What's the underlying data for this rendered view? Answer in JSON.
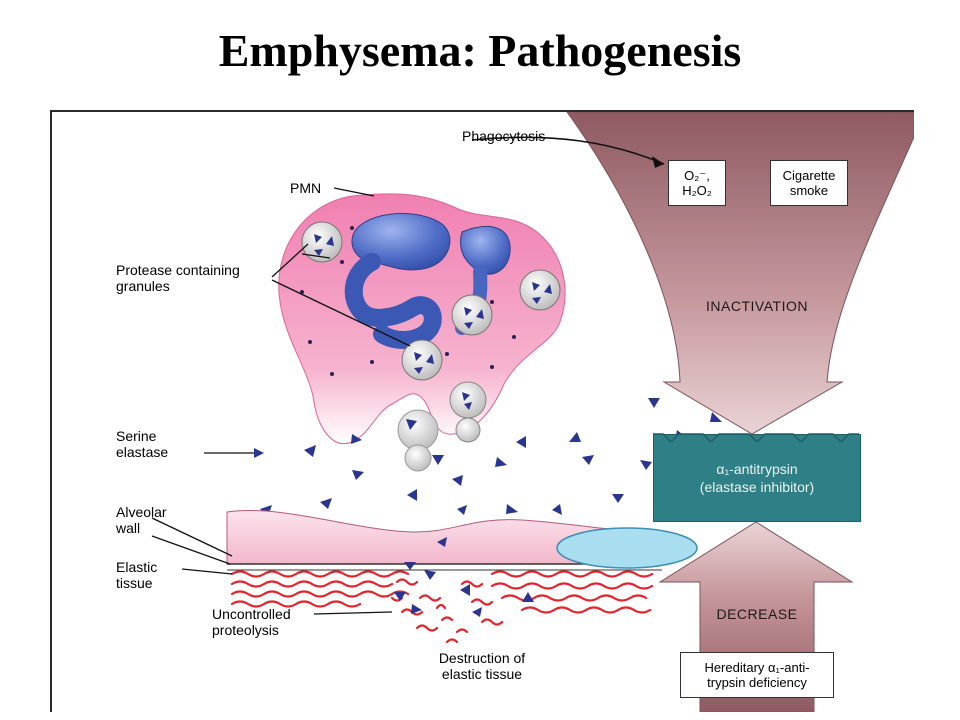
{
  "title": "Emphysema: Pathogenesis",
  "labels": {
    "phagocytosis": "Phagocytosis",
    "pmn": "PMN",
    "protease_line1": "Protease containing",
    "protease_line2": "granules",
    "serine_line1": "Serine",
    "serine_line2": "elastase",
    "alveolar_line1": "Alveolar",
    "alveolar_line2": "wall",
    "elastic_line1": "Elastic",
    "elastic_line2": "tissue",
    "uncontrolled_line1": "Uncontrolled",
    "uncontrolled_line2": "proteolysis",
    "destruction_line1": "Destruction of",
    "destruction_line2": "elastic tissue"
  },
  "boxes": {
    "oxidants_line1": "O₂⁻,",
    "oxidants_line2": "H₂O₂",
    "smoke_line1": "Cigarette",
    "smoke_line2": "smoke",
    "inactivation": "INACTIVATION",
    "antitrypsin_line1": "α₁-antitrypsin",
    "antitrypsin_line2": "(elastase inhibitor)",
    "decrease": "DECREASE",
    "hereditary_line1": "Hereditary α₁-anti-",
    "hereditary_line2": "trypsin deficiency"
  },
  "colors": {
    "cell_pink": "#f07fb0",
    "nucleus_blue": "#5574c9",
    "arrow_mauve": "#b47f84",
    "antitrypsin_teal": "#2f7f86",
    "elastic_red": "#e8202a",
    "enzyme_navy": "#2a3590"
  }
}
